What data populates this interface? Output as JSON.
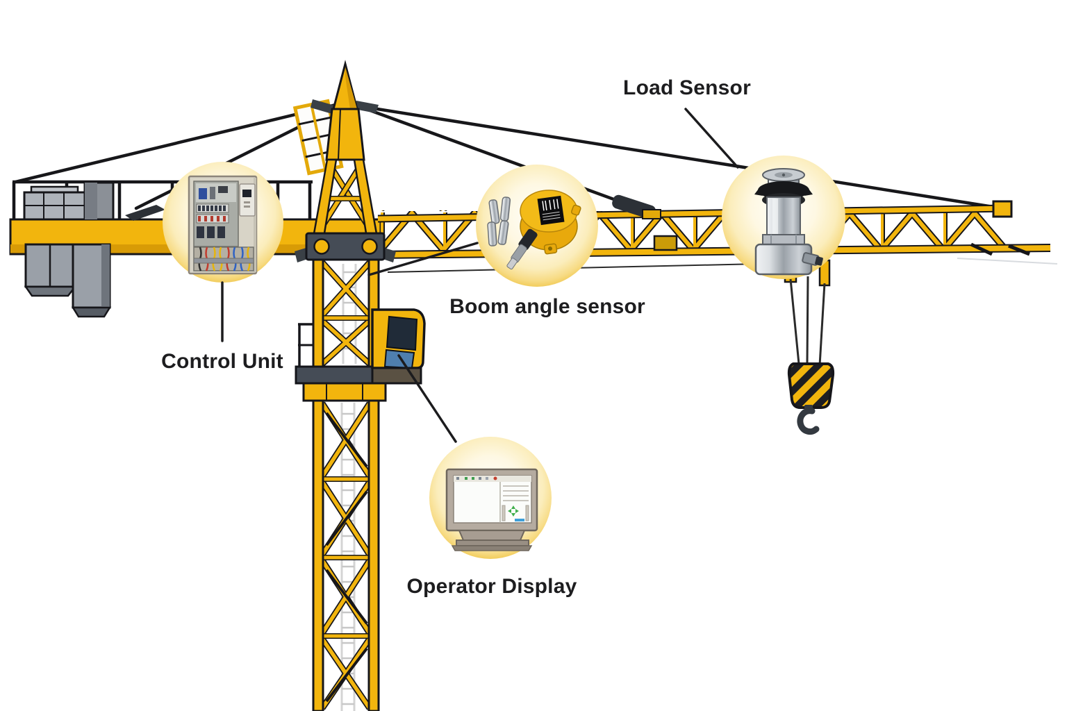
{
  "page": {
    "type": "annotated-diagram",
    "subject": "tower-crane-monitoring-system",
    "background": "#FFFFFF"
  },
  "callouts": [
    {
      "id": "control-unit",
      "label": "Control Unit",
      "image": "electrical-control-cabinet"
    },
    {
      "id": "boom-angle-sensor",
      "label": "Boom angle sensor",
      "image": "boom-angle-sensor-device"
    },
    {
      "id": "load-sensor",
      "label": "Load Sensor",
      "image": "load-cell-sensor"
    },
    {
      "id": "operator-display",
      "label": "Operator Display",
      "image": "operator-display-monitor"
    }
  ],
  "colors": {
    "crane_yellow": "#F2B50D",
    "crane_yellow_dark": "#D89B06",
    "outline": "#16161A",
    "counterweight_gray": "#9AA0A8",
    "slate": "#454C56",
    "bubble_center": "#FFFEFB",
    "bubble_edge": "#F2CD5D",
    "label_text": "#1D1D1F"
  }
}
